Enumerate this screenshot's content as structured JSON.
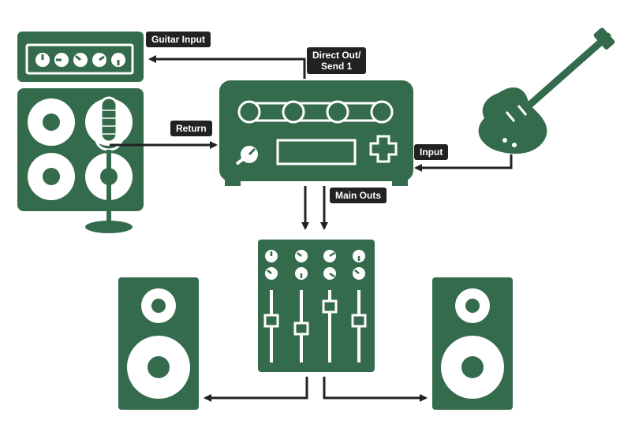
{
  "colors": {
    "device": "#356b4d",
    "outline": "#ffffff",
    "wire": "#222222",
    "label_bg": "#222222",
    "label_text": "#ffffff"
  },
  "labels": {
    "guitar_input": "Guitar Input",
    "direct_out_line1": "Direct Out/",
    "direct_out_line2": "Send 1",
    "return": "Return",
    "input": "Input",
    "main_outs": "Main Outs"
  },
  "devices": [
    "guitar-amp-head",
    "speaker-cabinet",
    "microphone",
    "multi-effects-processor",
    "electric-guitar",
    "mixer",
    "left-monitor-speaker",
    "right-monitor-speaker"
  ]
}
